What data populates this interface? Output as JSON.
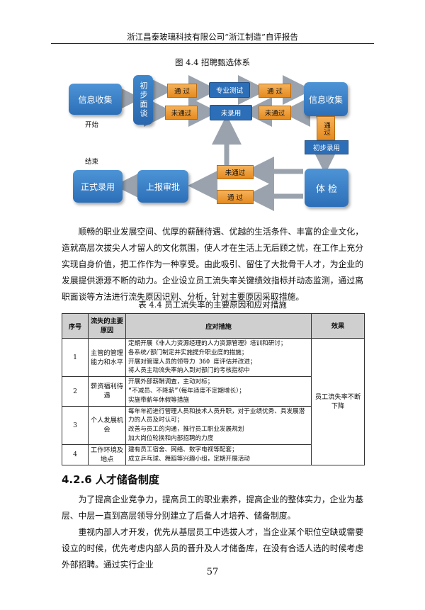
{
  "header": {
    "title": "浙江昌泰玻璃科技有限公司“浙江制造”自评报告"
  },
  "figure": {
    "caption": "图 4.4 招聘甄选体系",
    "nodes": {
      "info_collect_left": "信息收集",
      "start": "开始",
      "initial_interview": "初步面谈",
      "pass1": "通 过",
      "professional_test": "专业测试",
      "pass2": "通 过",
      "info_collect_right": "信息收集",
      "fail1": "未通过",
      "not_hired1": "未录用",
      "fail2": "未通过",
      "pass3": "通过",
      "initial_hire": "初步录用",
      "end": "结束",
      "formal_hire": "正式录用",
      "report_approve": "上报审批",
      "fail3": "未通过",
      "pass4": "通 过",
      "medical": "体 检"
    }
  },
  "paragraph1": "顺畅的职业发展空间、优厚的薪酬待遇、优越的生活条件、丰富的企业文化，造就高层次拔尖人才留人的文化氛围，使人才在生活上无后顾之忧，在工作上充分实现自身价值，把工作作为一种享受。由此吸引、留住了大批骨干人才，为企业的发展提供源源不断的动力。企业设立员工流失率关键绩效指标并动态监测，通过离职面谈等方法进行流失原因识别、分析，针对主要原因采取措施。",
  "table": {
    "caption": "表 4.4 员工流失率的主要原因和应对措施",
    "headers": {
      "num": "序号",
      "reason": "流失的主要原因",
      "measures": "应对措施",
      "effect": "效果"
    },
    "rows": [
      {
        "num": "1",
        "reason": "主管的管理能力和水平",
        "measures": [
          "定期开展《非人力资源经理的人力资源管理》培训和研讨；",
          "各系统/部门制定并实施提升职业度的措施；",
          "开展对管理人员的领导力 360 度评估并改进；",
          "将人员主动流失率纳入到对部门的考核指标中"
        ]
      },
      {
        "num": "2",
        "reason": "薪资福利待遇",
        "measures": [
          "开展外部薪酬调查，主动对标；",
          "“不减员、不降薪”（每年适度不定期增长）；",
          "实施带薪年休假等措施"
        ]
      },
      {
        "num": "3",
        "reason": "个人发展机会",
        "measures": [
          "每年年初进行管理人员和技术人员升职，对于业绩优秀、具发展潜力的人员及时认可；",
          "改善与员工的沟通，推行员工职业发展规划",
          "加大岗位轮换和内部招聘的力度"
        ]
      },
      {
        "num": "4",
        "reason": "工作环境及地点",
        "measures": [
          "建有员工宿舍、网络、数字电视等配套；",
          "成立乒乓球、舞蹈等兴趣小组，定期开展活动"
        ]
      }
    ],
    "effect": "员工流失率不断下降"
  },
  "section": {
    "title": "4.2.6 人才储备制度"
  },
  "paragraph2": "为了提高企业竞争力，提高员工的职业素养，提高企业的整体实力，企业为基层、中层一直到高层领导分别建立了后备人才培养、储备制度。",
  "paragraph3": "重视内部人才开发，优先从基层员工中选拔人才，当企业某个职位空缺或需要设立的时候，优先考虑内部人员的晋升及人才储备库，在没有合适人选的时候考虑外部招聘。通过实行企业",
  "page_number": "57",
  "colors": {
    "blue": "#2c6fb8",
    "orange": "#f0a040",
    "arrow_gray": "#9aa3ad"
  }
}
